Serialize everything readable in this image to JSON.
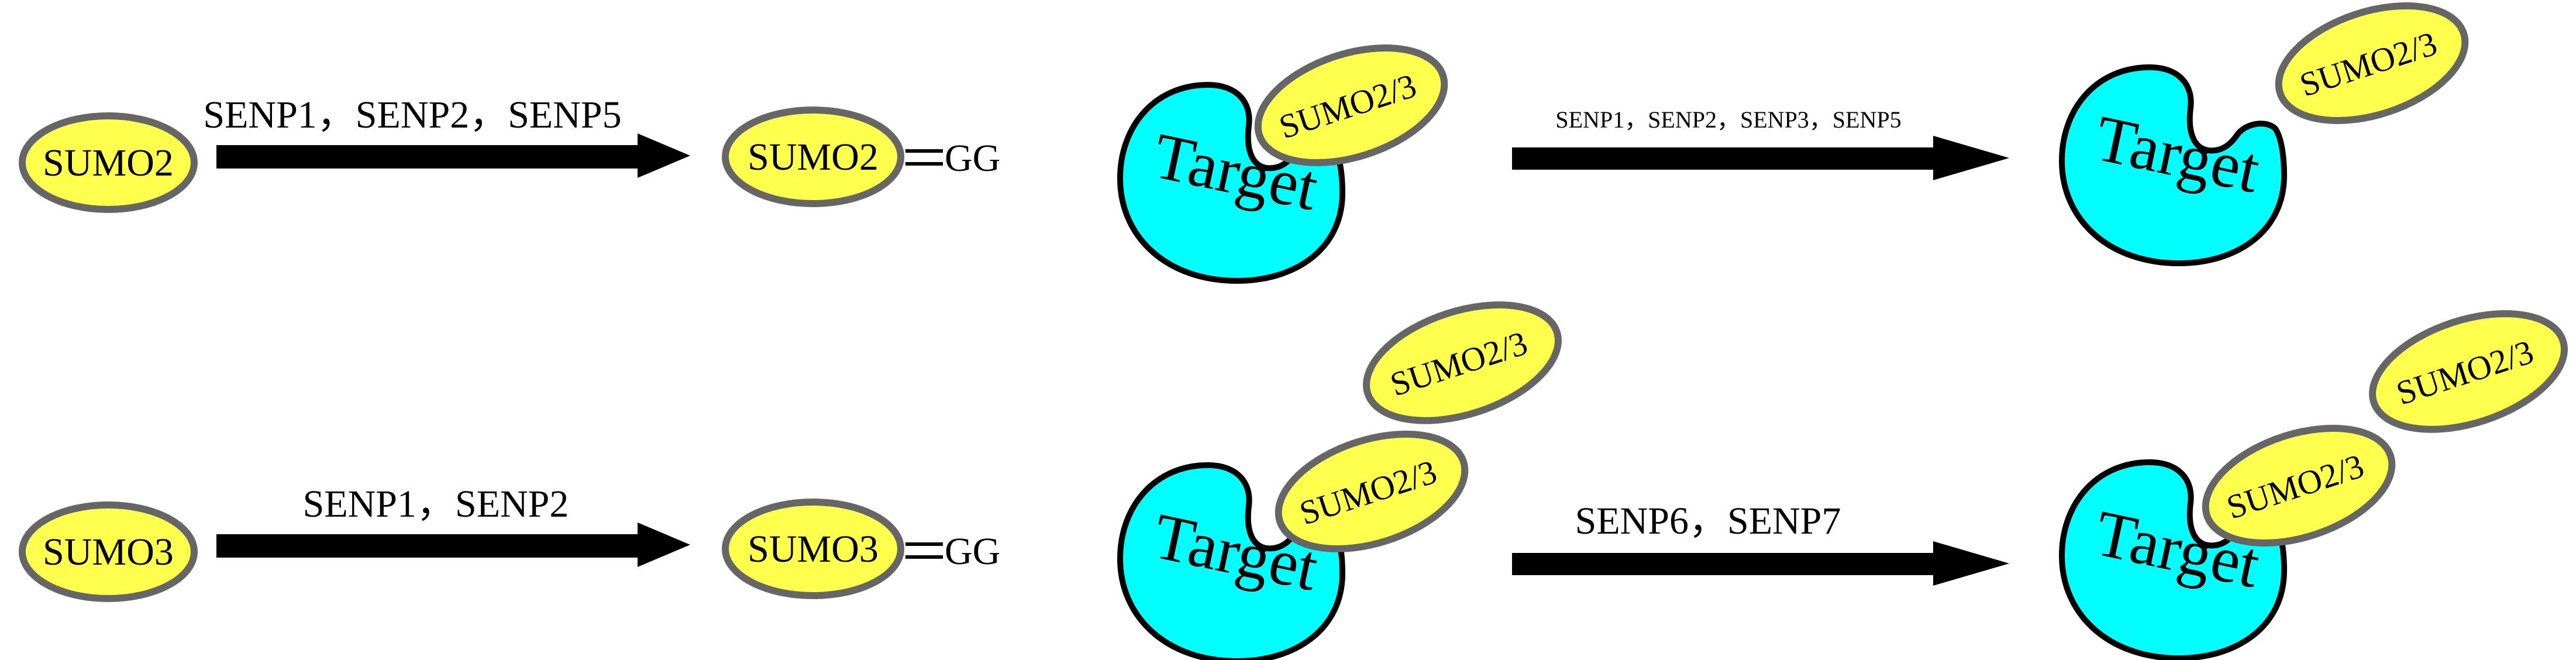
{
  "colors": {
    "sumo_fill": "#FFFF4D",
    "sumo_stroke": "#666666",
    "target_fill": "#00FFFF",
    "target_stroke": "#000000",
    "arrow": "#000000",
    "text": "#000000"
  },
  "panel_a": {
    "top": {
      "precursor": "SUMO2",
      "enzymes": "SENP1，SENP2，SENP5",
      "mature": "SUMO2",
      "tail": "GG"
    },
    "bottom": {
      "precursor": "SUMO3",
      "enzymes": "SENP1，SENP2",
      "mature": "SUMO3",
      "tail": "GG"
    }
  },
  "panel_b": {
    "top": {
      "target": "Target",
      "conjugated": "SUMO2/3",
      "enzymes": "SENP1，SENP2，SENP3，SENP5",
      "product_target": "Target",
      "released": "SUMO2/3"
    },
    "bottom": {
      "target": "Target",
      "chain": [
        "SUMO2/3",
        "SUMO2/3"
      ],
      "enzymes": "SENP6，SENP7",
      "product_target": "Target",
      "product_conjugated": "SUMO2/3",
      "released": "SUMO2/3"
    }
  }
}
